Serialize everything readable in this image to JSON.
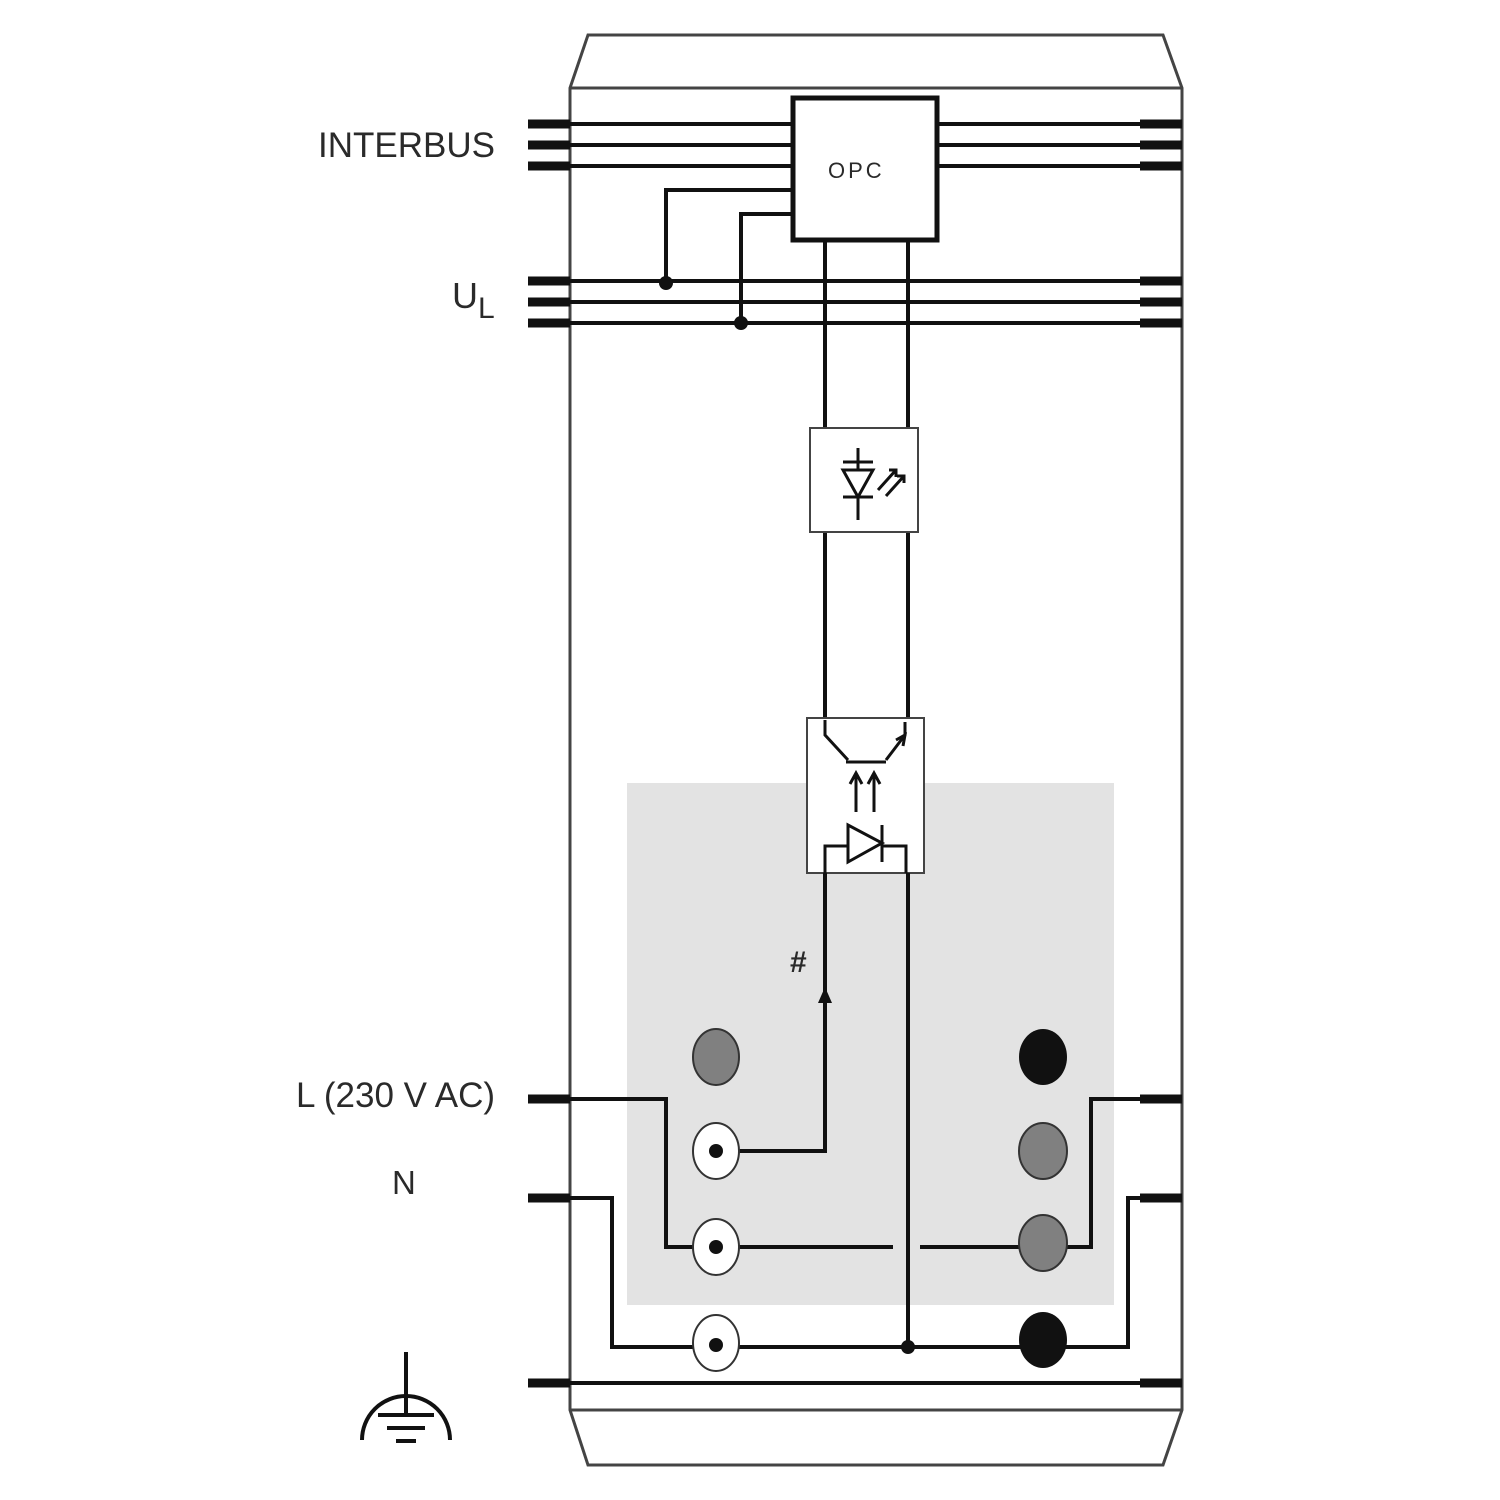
{
  "labels": {
    "interbus": "INTERBUS",
    "ul_main": "U",
    "ul_sub": "L",
    "l_supply": "L (230 V AC)",
    "neutral": "N",
    "opc": "OPC",
    "hash": "#"
  },
  "colors": {
    "line": "#111111",
    "housing": "#444444",
    "shaded_area": "#e3e3e3",
    "terminal_gray": "#808080",
    "terminal_black": "#111111"
  },
  "icons": {
    "led": "led-indicator-icon",
    "optocoupler": "optocoupler-icon",
    "ground": "protective-earth-icon"
  }
}
